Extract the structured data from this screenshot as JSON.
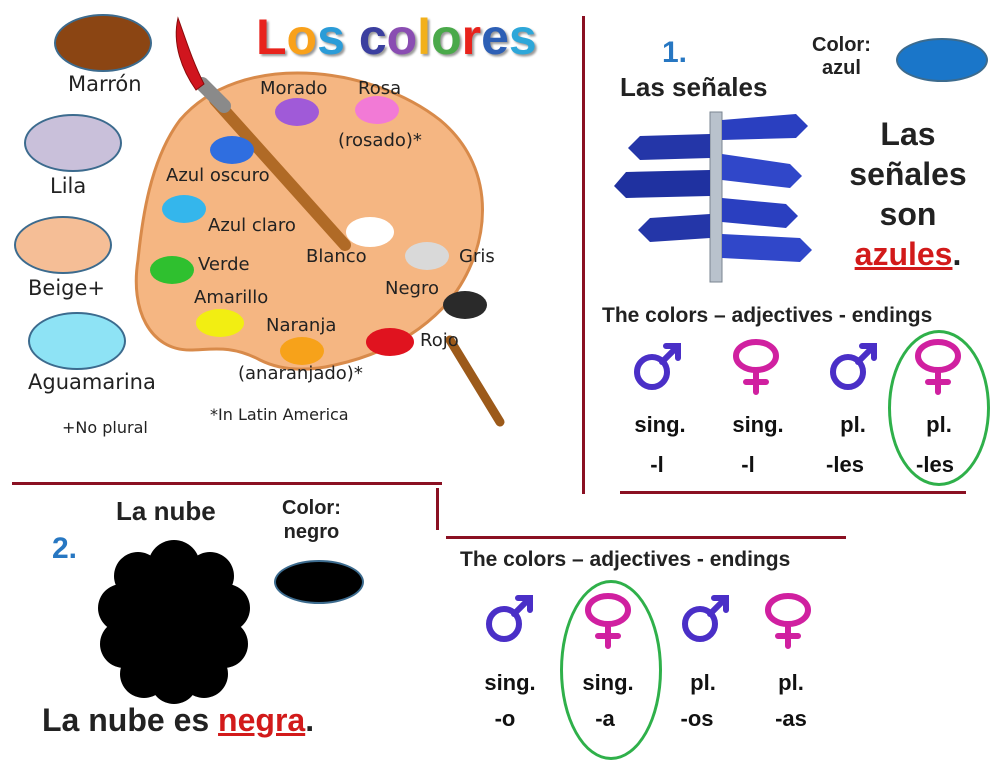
{
  "title": {
    "letters": [
      "L",
      "o",
      "s",
      " ",
      "c",
      "o",
      "l",
      "o",
      "r",
      "e",
      "s"
    ],
    "colors": [
      "#e8231c",
      "#f9a11b",
      "#2b9cd8",
      "",
      "#3b3f9f",
      "#8a4db2",
      "#f2b01b",
      "#4aa94a",
      "#e8231c",
      "#2d5fb5",
      "#2ea7d9"
    ]
  },
  "left_swatches": [
    {
      "label": "Marrón",
      "color": "#8b4513"
    },
    {
      "label": "Lila",
      "color": "#c9c0da"
    },
    {
      "label": "Beige+",
      "color": "#f5be96"
    },
    {
      "label": "Aguamarina",
      "color": "#8ee3f5"
    }
  ],
  "no_plural_note": "+No plural",
  "latin_note": "*In Latin America",
  "palette": {
    "base_color": "#f5b682",
    "labels": {
      "morado": "Morado",
      "rosa": "Rosa",
      "rosado": "(rosado)*",
      "azul_oscuro": "Azul oscuro",
      "azul_claro": "Azul claro",
      "blanco": "Blanco",
      "gris": "Gris",
      "verde": "Verde",
      "amarillo": "Amarillo",
      "negro": "Negro",
      "naranja": "Naranja",
      "rojo": "Rojo",
      "anaranjado": "(anaranjado)*"
    },
    "dot_colors": {
      "morado": "#a05ad8",
      "rosa": "#f27ad6",
      "azul_oscuro": "#2f6ee0",
      "azul_claro": "#34b6ec",
      "blanco": "#ffffff",
      "gris": "#d9d9d9",
      "verde": "#2fc02f",
      "amarillo": "#f2ee12",
      "negro": "#2a2a2a",
      "naranja": "#f7a21a",
      "rojo": "#e0131f"
    }
  },
  "section1": {
    "number": "1.",
    "heading": "Las señales",
    "color_label_line1": "Color:",
    "color_label_line2": "azul",
    "swatch_color": "#1a76c9",
    "sentence_line1": "Las",
    "sentence_line2": "señales",
    "sentence_line3": "son",
    "sentence_adj": "azules",
    "sentence_end": ".",
    "endings_title": "The colors – adjectives - endings",
    "columns": [
      {
        "symbol": "male-icon",
        "number": "sing.",
        "ending": "-l"
      },
      {
        "symbol": "female-icon",
        "number": "sing.",
        "ending": "-l"
      },
      {
        "symbol": "male-icon",
        "number": "pl.",
        "ending": "-les"
      },
      {
        "symbol": "female-icon",
        "number": "pl.",
        "ending": "-les"
      }
    ]
  },
  "section2": {
    "number": "2.",
    "heading": "La nube",
    "color_label_line1": "Color:",
    "color_label_line2": "negro",
    "swatch_color": "#000000",
    "sentence_start": "La nube es ",
    "sentence_adj": "negra",
    "sentence_end": ".",
    "endings_title": "The colors – adjectives - endings",
    "columns": [
      {
        "symbol": "male-icon",
        "number": "sing.",
        "ending": "-o"
      },
      {
        "symbol": "female-icon",
        "number": "sing.",
        "ending": "-a"
      },
      {
        "symbol": "male-icon",
        "number": "pl.",
        "ending": "-os"
      },
      {
        "symbol": "female-icon",
        "number": "pl.",
        "ending": "-as"
      }
    ]
  },
  "colors": {
    "male": "#4a2fc7",
    "female": "#d020a0",
    "highlight": "#2fb04a",
    "number_blue": "#2777c2",
    "divider": "#8a1022"
  }
}
